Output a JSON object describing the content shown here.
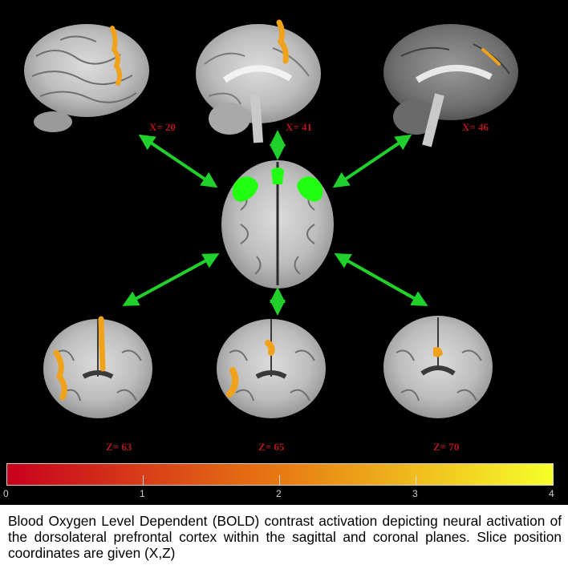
{
  "sagittal": {
    "labels": [
      "X= 20",
      "X= 41",
      "X= 46"
    ]
  },
  "coronal": {
    "labels": [
      "Z= 63",
      "Z= 65",
      "Z= 70"
    ]
  },
  "colorbar": {
    "ticks": [
      "0",
      "1",
      "2",
      "3",
      "4"
    ],
    "min": 0,
    "max": 4,
    "colors": [
      "#c8001e",
      "#e87a12",
      "#f6ff2a"
    ]
  },
  "colors": {
    "arrow": "#21d12b",
    "activation_green": "#22ff12",
    "activation_orange": "#f0a21a",
    "label": "#b3161a"
  },
  "caption": "Blood Oxygen Level Dependent (BOLD) contrast activation depicting neural activation of the dorsolateral prefrontal cortex within the sagittal and coronal planes. Slice position coordinates are given (X,Z)"
}
